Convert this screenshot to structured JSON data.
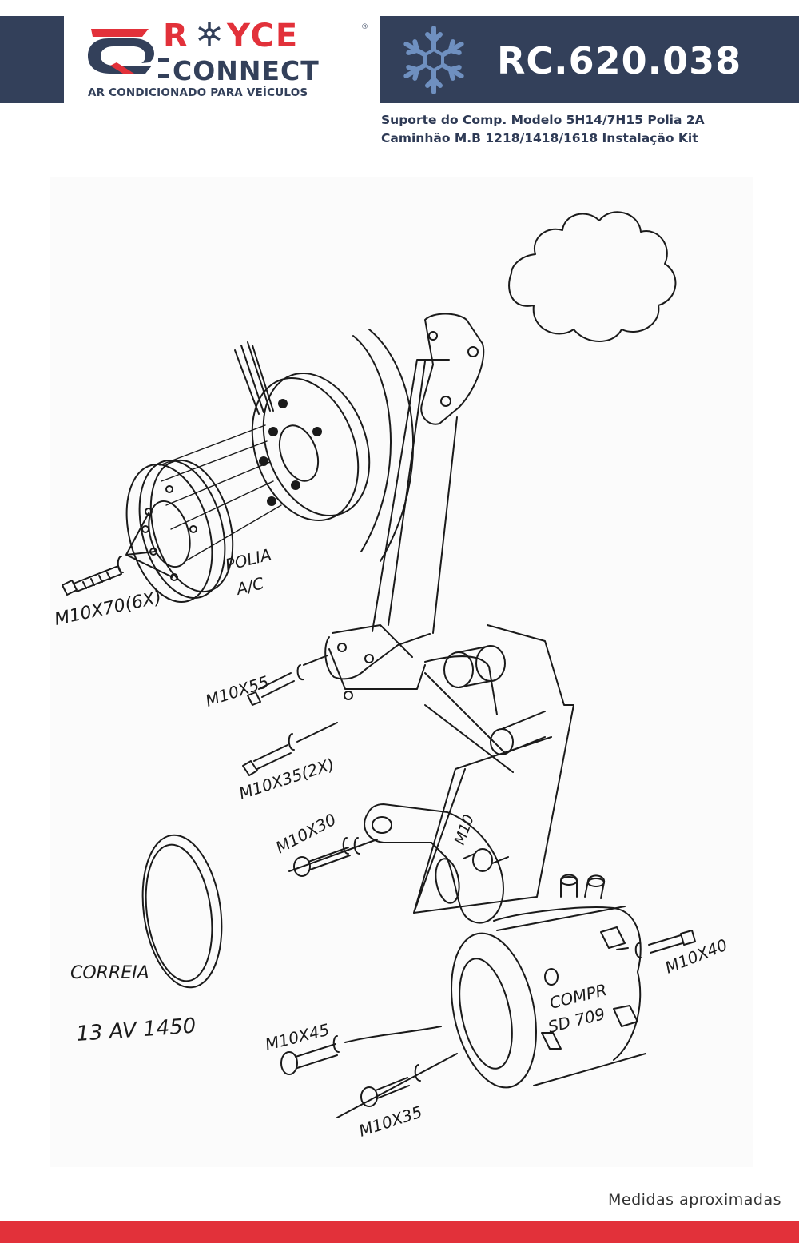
{
  "header": {
    "brand_name": "ROYCE",
    "brand_sub": "CONNECT",
    "tagline": "AR CONDICIONADO PARA VEÍCULOS",
    "product_code": "RC.620.038",
    "snowflake_icon": "snowflake-icon"
  },
  "description": {
    "line1": "Suporte do Comp. Modelo 5H14/7H15 Polia 2A",
    "line2": "Caminhão M.B 1218/1418/1618 Instalação Kit"
  },
  "sketch_labels": {
    "bolt_pulley": "M10X70(6X)",
    "pulley": "POLIA",
    "pulley_sub": "A/C",
    "bolt_m10x55": "M10X55",
    "bolt_m10x35_2x": "M10X35(2X)",
    "bolt_m10x30": "M10X30",
    "nut_m10": "M10",
    "belt": "CORREIA",
    "belt_code": "13 AV 1450",
    "bolt_m10x40": "M10X40",
    "compressor": "COMPR",
    "compressor_model": "SD 709",
    "bolt_m10x45": "M10X45",
    "bolt_m10x35": "M10X35"
  },
  "footer": {
    "note": "Medidas aproximadas"
  },
  "colors": {
    "navy": "#33405a",
    "red": "#e2313a",
    "ink": "#1a1a1a"
  }
}
